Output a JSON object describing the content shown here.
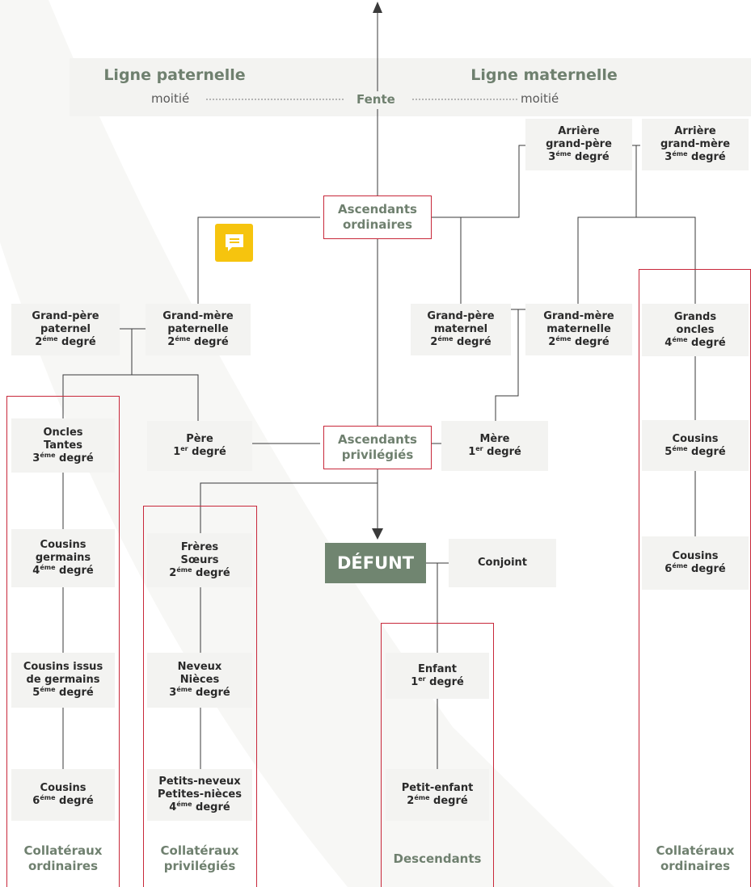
{
  "header": {
    "left_title": "Ligne paternelle",
    "right_title": "Ligne maternelle",
    "left_moitie": "moitié",
    "right_moitie": "moitié",
    "center": "Fente"
  },
  "key_nodes": {
    "ascendants_ordinaires": [
      "Ascendants",
      "ordinaires"
    ],
    "ascendants_privilegies": [
      "Ascendants",
      "privilégiés"
    ],
    "defunt": "DÉFUNT"
  },
  "nodes": {
    "arriere_gp": {
      "lines": [
        "Arrière",
        "grand-père"
      ],
      "deg_num": "3",
      "deg_sup": "éme",
      "deg_word": "degré"
    },
    "arriere_gm": {
      "lines": [
        "Arrière",
        "grand-mère"
      ],
      "deg_num": "3",
      "deg_sup": "éme",
      "deg_word": "degré"
    },
    "gp_paternel": {
      "lines": [
        "Grand-père",
        "paternel"
      ],
      "deg_num": "2",
      "deg_sup": "éme",
      "deg_word": "degré"
    },
    "gm_paternelle": {
      "lines": [
        "Grand-mère",
        "paternelle"
      ],
      "deg_num": "2",
      "deg_sup": "éme",
      "deg_word": "degré"
    },
    "gp_maternel": {
      "lines": [
        "Grand-père",
        "maternel"
      ],
      "deg_num": "2",
      "deg_sup": "éme",
      "deg_word": "degré"
    },
    "gm_maternelle": {
      "lines": [
        "Grand-mère",
        "maternelle"
      ],
      "deg_num": "2",
      "deg_sup": "éme",
      "deg_word": "degré"
    },
    "grands_oncles": {
      "lines": [
        "Grands",
        "oncles"
      ],
      "deg_num": "4",
      "deg_sup": "éme",
      "deg_word": "degré"
    },
    "oncles_tantes": {
      "lines": [
        "Oncles",
        "Tantes"
      ],
      "deg_num": "3",
      "deg_sup": "éme",
      "deg_word": "degré"
    },
    "pere": {
      "lines": [
        "Père"
      ],
      "deg_num": "1",
      "deg_sup": "er",
      "deg_word": "degré"
    },
    "mere": {
      "lines": [
        "Mère"
      ],
      "deg_num": "1",
      "deg_sup": "er",
      "deg_word": "degré"
    },
    "cousins_5": {
      "lines": [
        "Cousins"
      ],
      "deg_num": "5",
      "deg_sup": "éme",
      "deg_word": "degré"
    },
    "cousins_germains": {
      "lines": [
        "Cousins",
        "germains"
      ],
      "deg_num": "4",
      "deg_sup": "éme",
      "deg_word": "degré"
    },
    "freres_soeurs": {
      "lines": [
        "Frères",
        "Sœurs"
      ],
      "deg_num": "2",
      "deg_sup": "éme",
      "deg_word": "degré"
    },
    "conjoint": {
      "lines": [
        "Conjoint"
      ]
    },
    "cousins_6_right": {
      "lines": [
        "Cousins"
      ],
      "deg_num": "6",
      "deg_sup": "éme",
      "deg_word": "degré"
    },
    "cousins_issus": {
      "lines": [
        "Cousins issus",
        "de germains"
      ],
      "deg_num": "5",
      "deg_sup": "éme",
      "deg_word": "degré"
    },
    "neveux_nieces": {
      "lines": [
        "Neveux",
        "Nièces"
      ],
      "deg_num": "3",
      "deg_sup": "éme",
      "deg_word": "degré"
    },
    "enfant": {
      "lines": [
        "Enfant"
      ],
      "deg_num": "1",
      "deg_sup": "er",
      "deg_word": "degré"
    },
    "cousins_6_left": {
      "lines": [
        "Cousins"
      ],
      "deg_num": "6",
      "deg_sup": "éme",
      "deg_word": "degré"
    },
    "petits_neveux": {
      "lines": [
        "Petits-neveux",
        "Petites-nièces"
      ],
      "deg_num": "4",
      "deg_sup": "éme",
      "deg_word": "degré"
    },
    "petit_enfant": {
      "lines": [
        "Petit-enfant"
      ],
      "deg_num": "2",
      "deg_sup": "éme",
      "deg_word": "degré"
    }
  },
  "groups": {
    "collateraux_ordinaires_left": [
      "Collatéraux",
      "ordinaires"
    ],
    "collateraux_privilegies": [
      "Collatéraux",
      "privilégiés"
    ],
    "descendants": [
      "Descendants"
    ],
    "collateraux_ordinaires_right": [
      "Collatéraux",
      "ordinaires"
    ]
  },
  "colors": {
    "accent_green": "#6f806f",
    "defunt_bg": "#708570",
    "frame_red": "#c8283a",
    "box_bg": "#f3f3f1",
    "comment_yellow": "#f6c40e"
  }
}
